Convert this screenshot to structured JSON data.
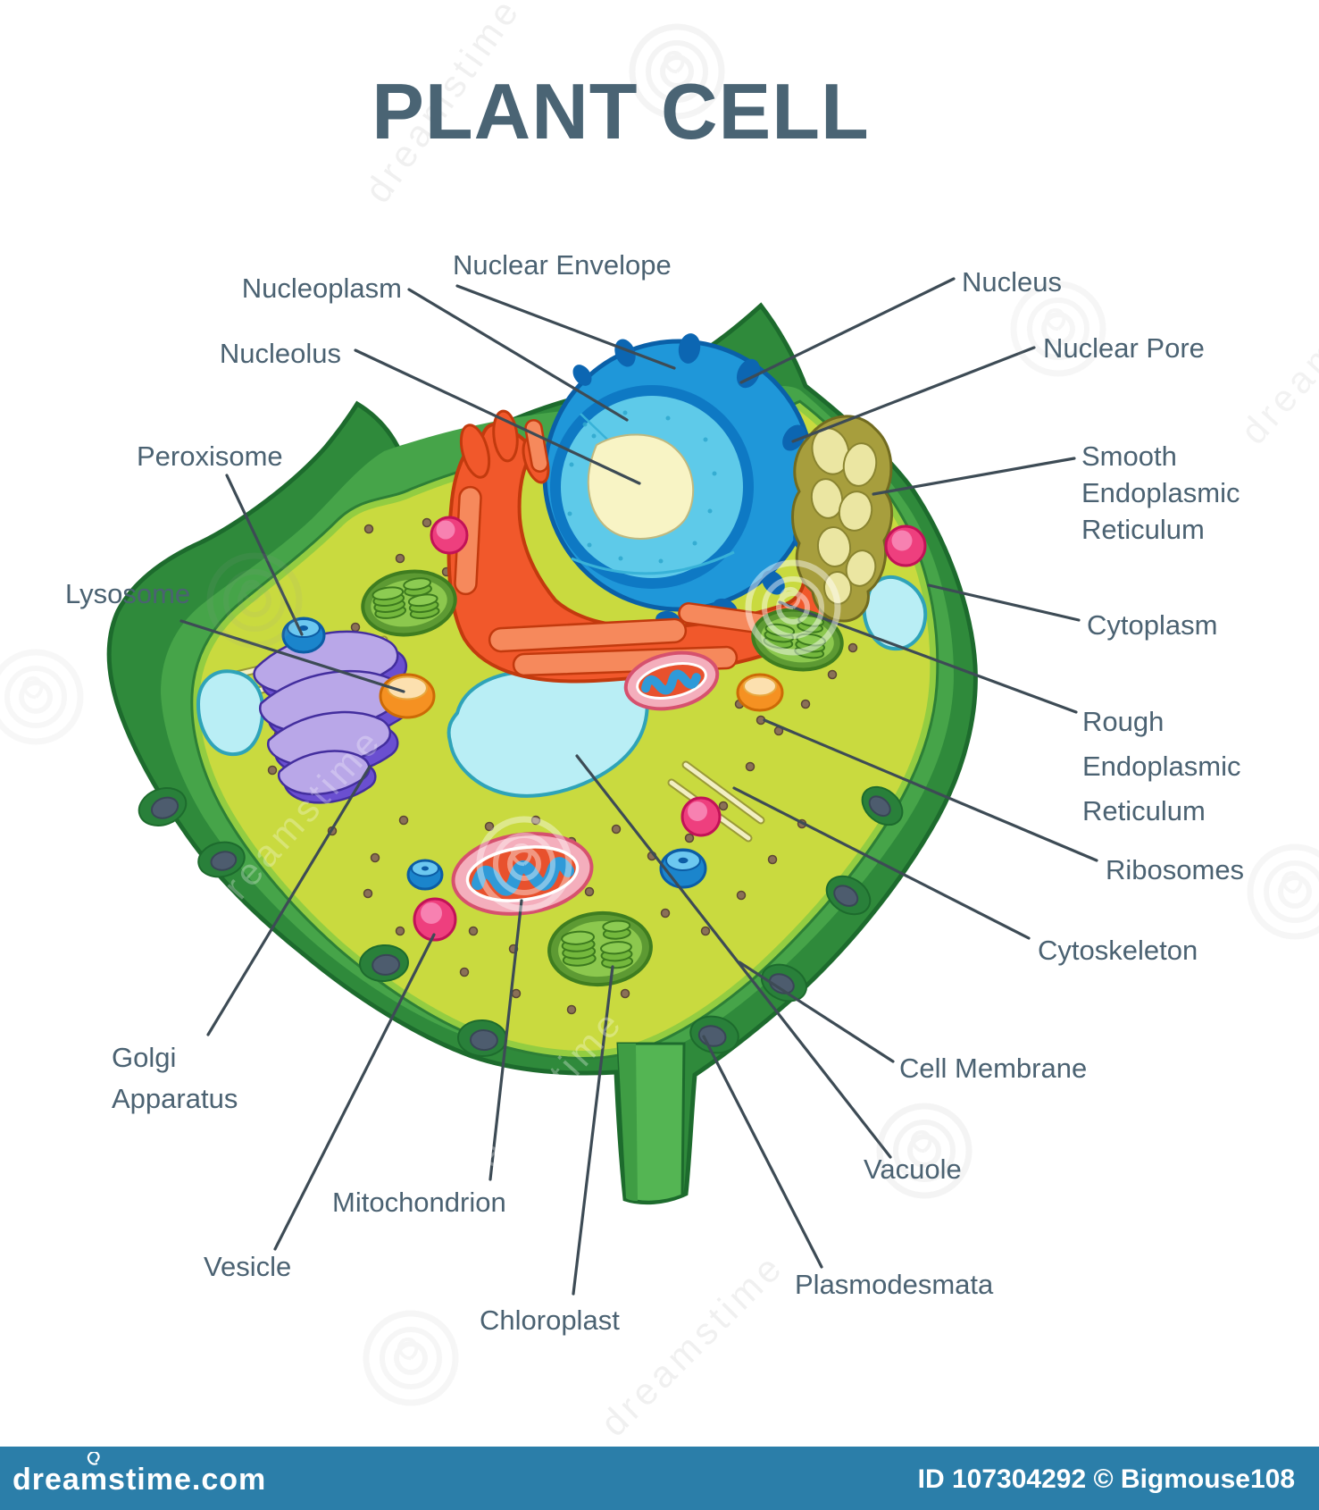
{
  "title": "PLANT CELL",
  "diagram": {
    "labels": [
      {
        "id": "nucleoplasm",
        "text": "Nucleoplasm"
      },
      {
        "id": "nuclear-envelope",
        "text": "Nuclear Envelope"
      },
      {
        "id": "nucleus",
        "text": "Nucleus"
      },
      {
        "id": "nuclear-pore",
        "text": "Nuclear Pore"
      },
      {
        "id": "nucleolus",
        "text": "Nucleolus"
      },
      {
        "id": "smooth-endoplasmic-reticulum",
        "text": "Smooth\nEndoplasmic\nReticulum"
      },
      {
        "id": "peroxisome",
        "text": "Peroxisome"
      },
      {
        "id": "cytoplasm",
        "text": "Cytoplasm"
      },
      {
        "id": "lysosome",
        "text": "Lysosome"
      },
      {
        "id": "rough-endoplasmic-reticulum",
        "text": "Rough\nEndoplasmic\nReticulum"
      },
      {
        "id": "ribosomes",
        "text": "Ribosomes"
      },
      {
        "id": "cytoskeleton",
        "text": "Cytoskeleton"
      },
      {
        "id": "golgi-apparatus",
        "text": "Golgi\nApparatus"
      },
      {
        "id": "cell-membrane",
        "text": "Cell Membrane"
      },
      {
        "id": "vacuole",
        "text": "Vacuole"
      },
      {
        "id": "mitochondrion",
        "text": "Mitochondrion"
      },
      {
        "id": "vesicle",
        "text": "Vesicle"
      },
      {
        "id": "plasmodesmata",
        "text": "Plasmodesmata"
      },
      {
        "id": "chloroplast",
        "text": "Chloroplast"
      }
    ]
  },
  "watermark": {
    "ghost_text": "dreamstime"
  },
  "footer": {
    "site": "dreamstime.com",
    "credit": "ID 107304292 © Bigmouse108",
    "bar_color": "#2b7ea9"
  },
  "palette": {
    "title_color": "#4a6474",
    "label_color": "#4b6272",
    "leader_color": "#3d4b55",
    "wall_dark_green": "#2f8a3b",
    "wall_light_green": "#46a449",
    "membrane_green": "#93cd41",
    "cytoplasm_yellow_green": "#c9da3f",
    "nucleus_blue": "#1f97d9",
    "nucleoplasm_cyan": "#5ecae9",
    "nucleolus_cream": "#f8f4c5",
    "rough_er_orange": "#f1582b",
    "smooth_er_olive": "#a79e3d",
    "golgi_purple": "#6a4fd0",
    "vacuole_cyan": "#b9eef5",
    "mitochondrion_pink": "#f4aebc",
    "vesicle_pink": "#ee3f7e",
    "lysosome_orange": "#f59122",
    "peroxisome_blue": "#1b85cc",
    "chloroplast_green": "#5d9a33",
    "footer_blue": "#2b7ea9"
  }
}
